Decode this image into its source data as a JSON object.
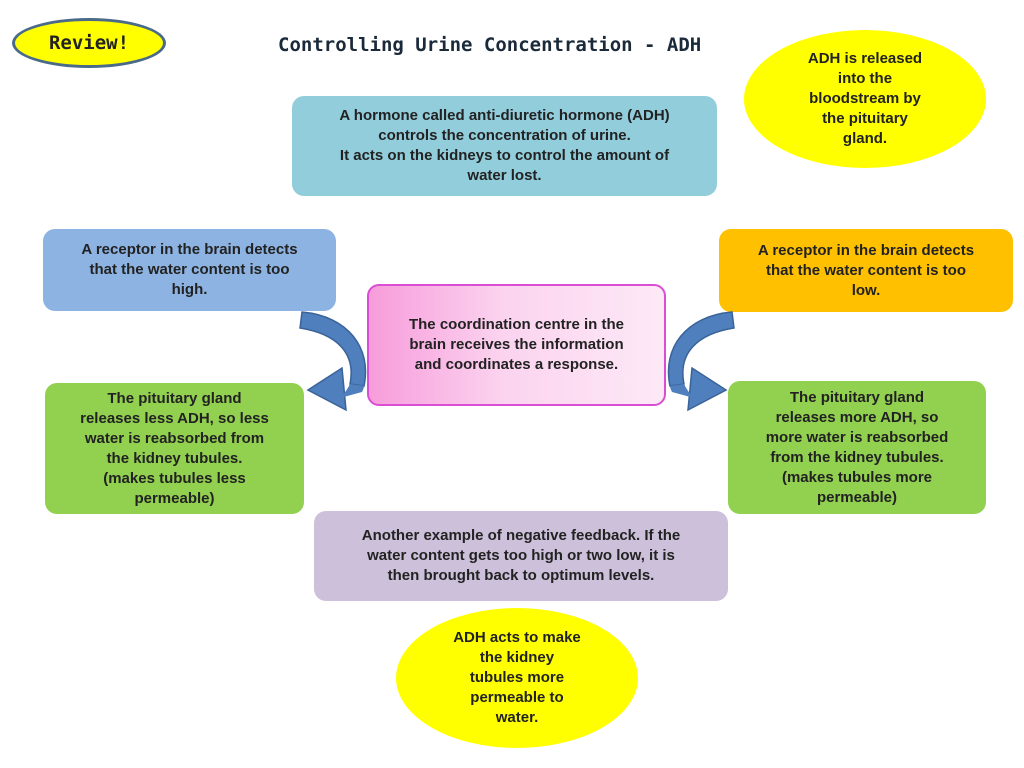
{
  "review_label": "Review!",
  "title": "Controlling Urine Concentration - ADH",
  "top_box": {
    "lines": [
      "A hormone called anti-diuretic hormone (ADH)",
      "controls the concentration of urine.",
      "It acts on the kidneys to control the amount of",
      "water lost."
    ]
  },
  "ellipse_top": {
    "lines": [
      "ADH is released",
      "into the",
      "bloodstream by",
      "the pituitary",
      "gland."
    ]
  },
  "left_receptor": {
    "lines": [
      "A receptor in the brain detects",
      "that the water content is too",
      "high."
    ]
  },
  "right_receptor": {
    "lines": [
      "A receptor in the brain detects",
      "that the water content is too",
      "low."
    ]
  },
  "center_box": {
    "lines": [
      "The coordination centre in the",
      "brain receives the information",
      "and coordinates a response."
    ]
  },
  "left_response": {
    "lines": [
      "The pituitary gland",
      "releases less ADH, so less",
      "water is reabsorbed from",
      "the kidney tubules.",
      "(makes tubules less",
      "permeable)"
    ]
  },
  "right_response": {
    "lines": [
      "The pituitary gland",
      "releases more ADH, so",
      "more water is reabsorbed",
      "from the kidney tubules.",
      "(makes tubules more",
      "permeable)"
    ]
  },
  "feedback_box": {
    "lines": [
      "Another example of negative feedback.  If the",
      "water content gets too high or two low, it is",
      "then brought back to optimum levels."
    ]
  },
  "ellipse_bottom": {
    "lines": [
      "ADH acts to make",
      "the kidney",
      "tubules more",
      "permeable to",
      "water."
    ]
  },
  "colors": {
    "yellow": "#ffff00",
    "top_box": "#92cddc",
    "left_receptor": "#8db3e2",
    "right_receptor": "#ffc000",
    "responses": "#92d050",
    "feedback": "#ccc0da",
    "center_border": "#d94ed2",
    "arrows": "#4f7fbd"
  }
}
